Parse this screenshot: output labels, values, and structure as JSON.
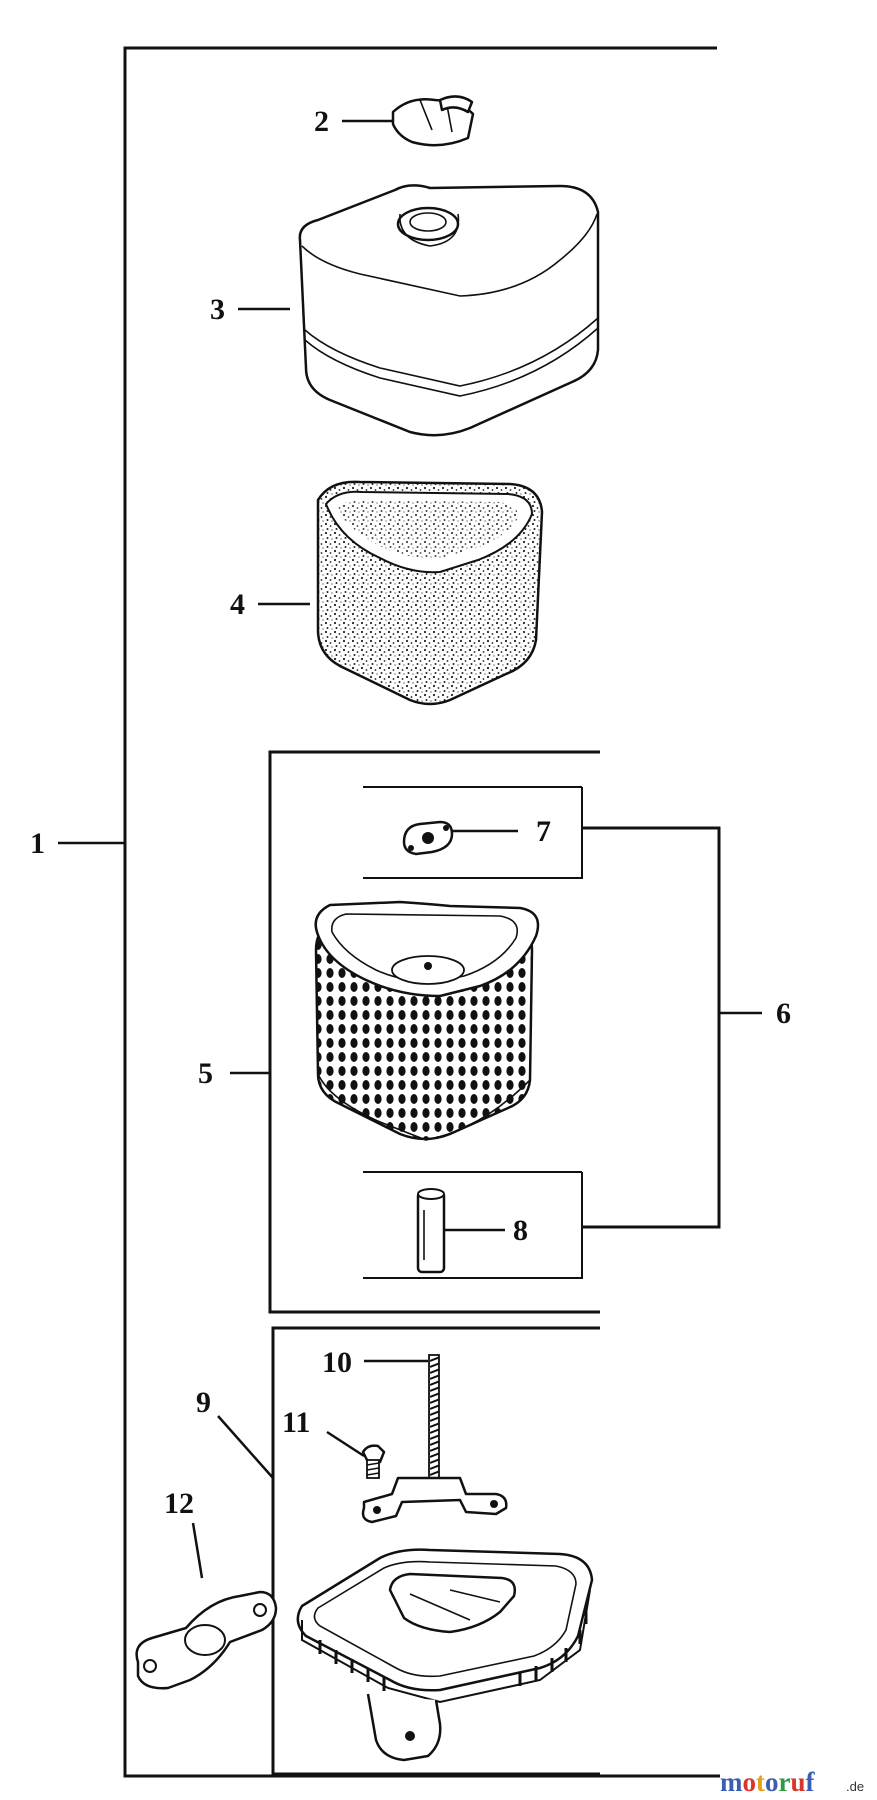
{
  "diagram": {
    "callouts": [
      "1",
      "2",
      "3",
      "4",
      "5",
      "6",
      "7",
      "8",
      "9",
      "10",
      "11",
      "12"
    ],
    "watermark": {
      "letters": [
        "m",
        "o",
        "t",
        "o",
        "r",
        "u",
        "f"
      ],
      "letter_colors": [
        "#3a5fb0",
        "#d9362b",
        "#e6a11a",
        "#3a5fb0",
        "#2f9a45",
        "#d9362b",
        "#3a5fb0"
      ],
      "suffix": ".de"
    }
  }
}
